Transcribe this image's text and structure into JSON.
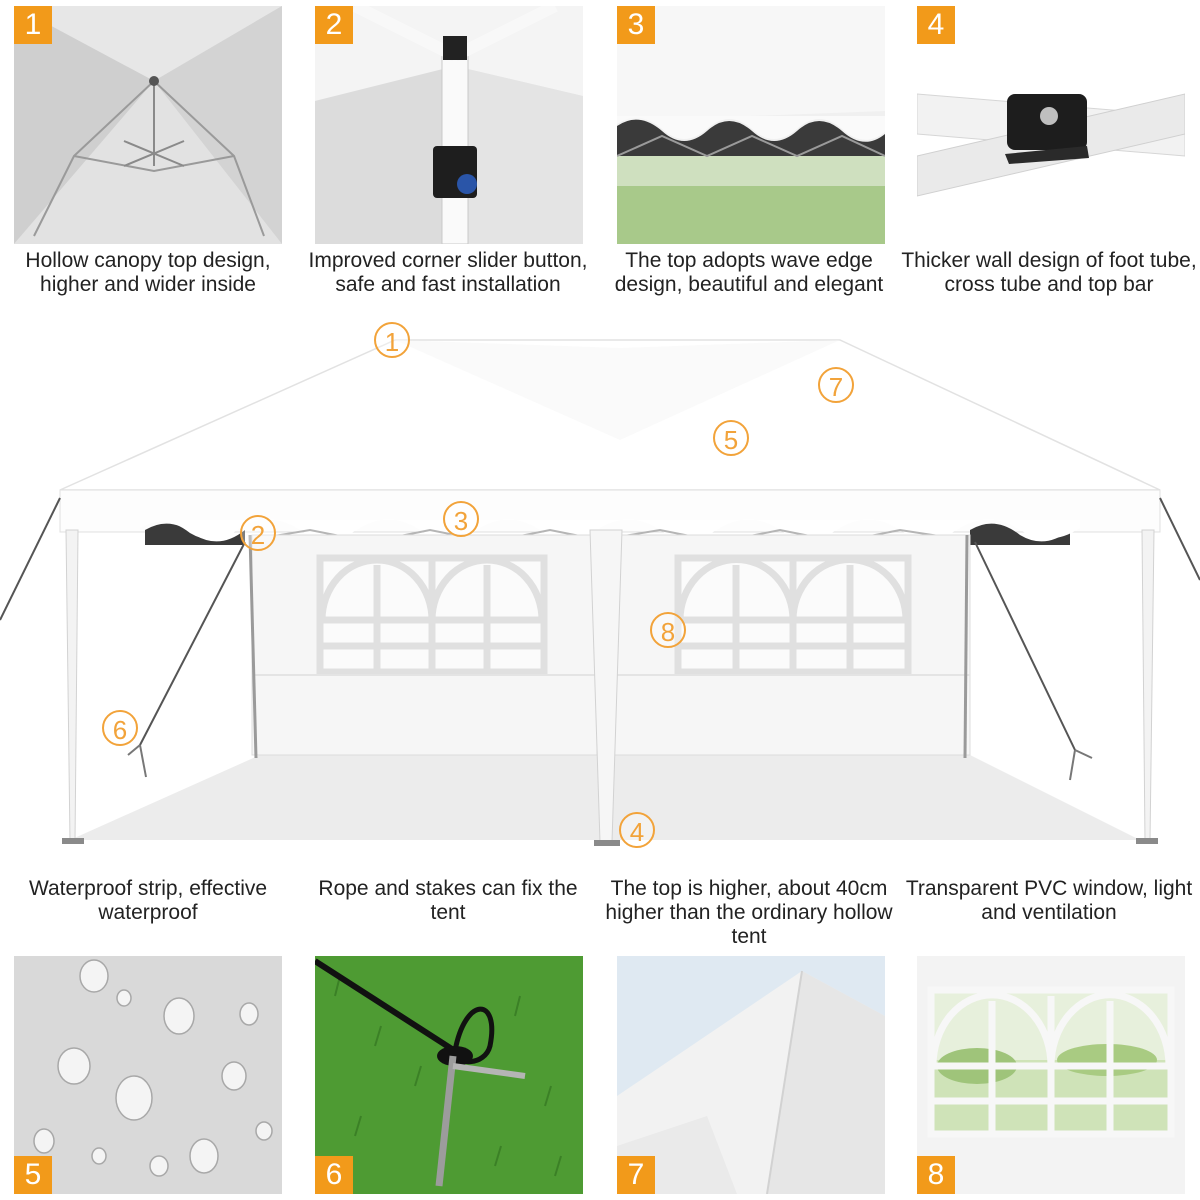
{
  "top_features": [
    {
      "badge": "1",
      "caption": "Hollow canopy top design, higher and wider inside"
    },
    {
      "badge": "2",
      "caption": "Improved corner slider button, safe and fast installation"
    },
    {
      "badge": "3",
      "caption": "The top adopts wave edge design, beautiful and elegant"
    },
    {
      "badge": "4",
      "caption": "Thicker wall design of foot tube, cross tube and top bar"
    }
  ],
  "bottom_features": [
    {
      "badge": "5",
      "caption": "Waterproof strip, effective waterproof"
    },
    {
      "badge": "6",
      "caption": "Rope and stakes can fix the tent"
    },
    {
      "badge": "7",
      "caption": "The top is higher, about 40cm higher than the ordinary hollow tent"
    },
    {
      "badge": "8",
      "caption": "Transparent PVC window, light and ventilation"
    }
  ],
  "callouts": [
    "1",
    "2",
    "3",
    "4",
    "5",
    "6",
    "7",
    "8"
  ],
  "colors": {
    "accent": "#f29a1a",
    "callout": "#f2a33a",
    "canopy": "#ffffff"
  }
}
